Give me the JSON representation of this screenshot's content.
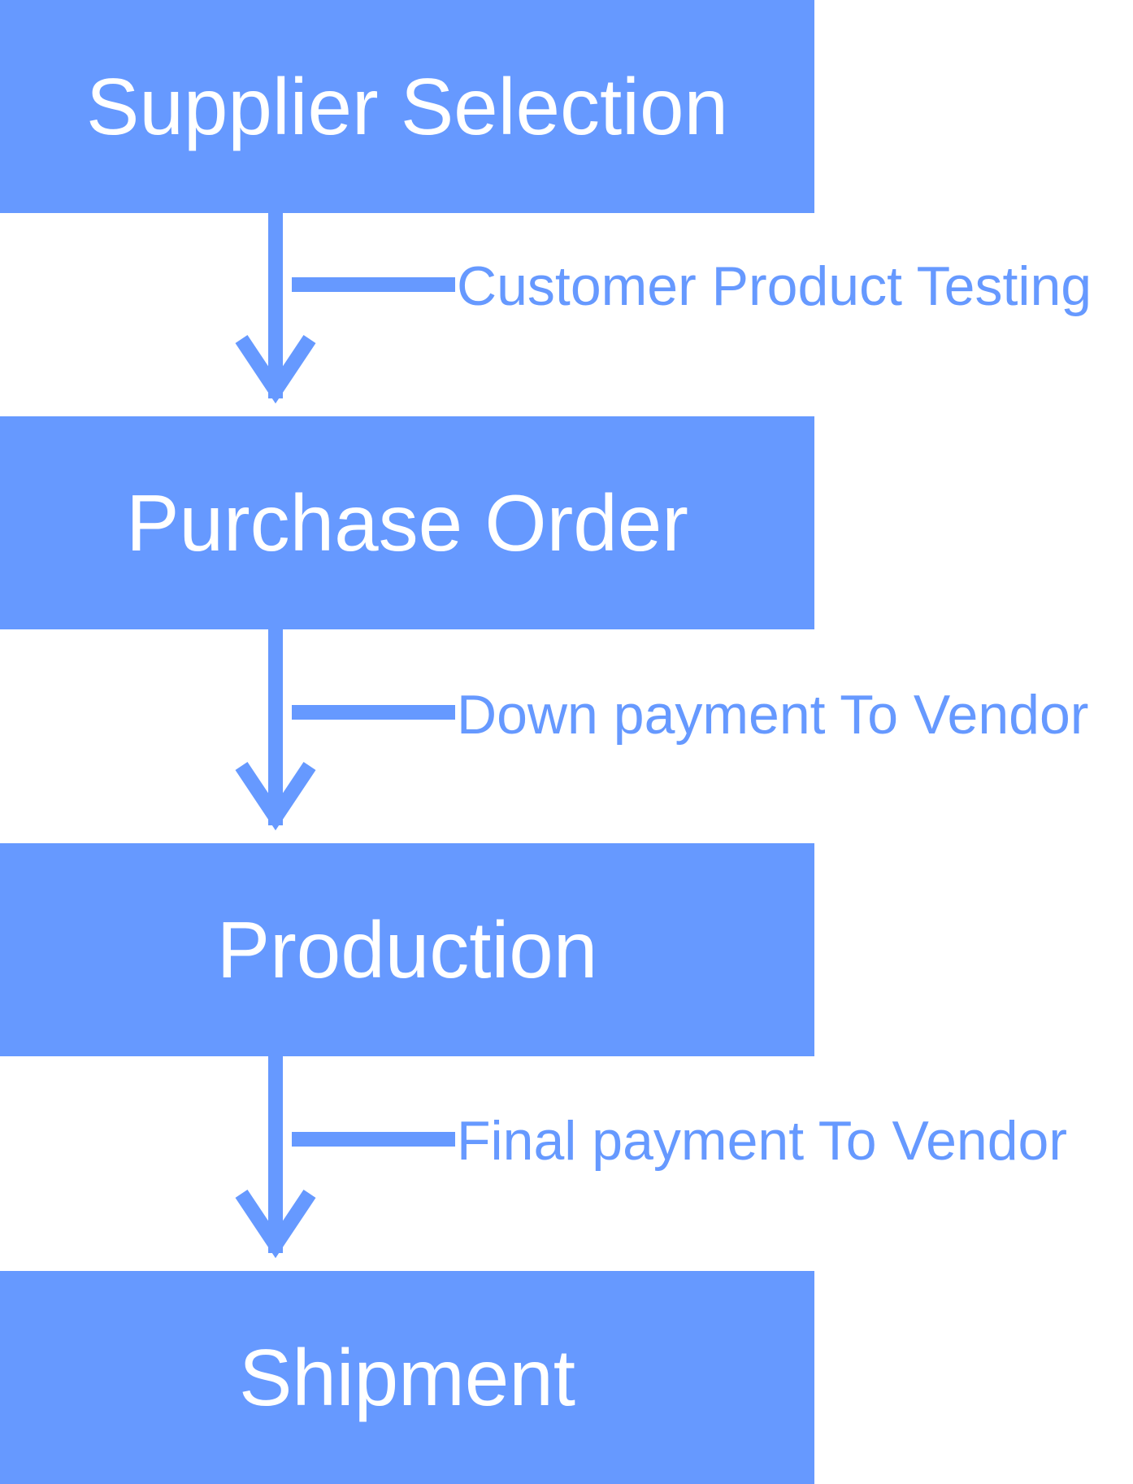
{
  "steps": [
    {
      "label": "Supplier Selection"
    },
    {
      "label": "Purchase Order"
    },
    {
      "label": "Production"
    },
    {
      "label": "Shipment"
    }
  ],
  "transitions": [
    {
      "label": "Customer Product Testing"
    },
    {
      "label": "Down payment To Vendor"
    },
    {
      "label": "Final payment To Vendor"
    }
  ],
  "colors": {
    "box_fill": "#6699ff",
    "box_text": "#ffffff",
    "arrow": "#6699ff",
    "note_text": "#6699ff",
    "background": "#ffffff"
  }
}
